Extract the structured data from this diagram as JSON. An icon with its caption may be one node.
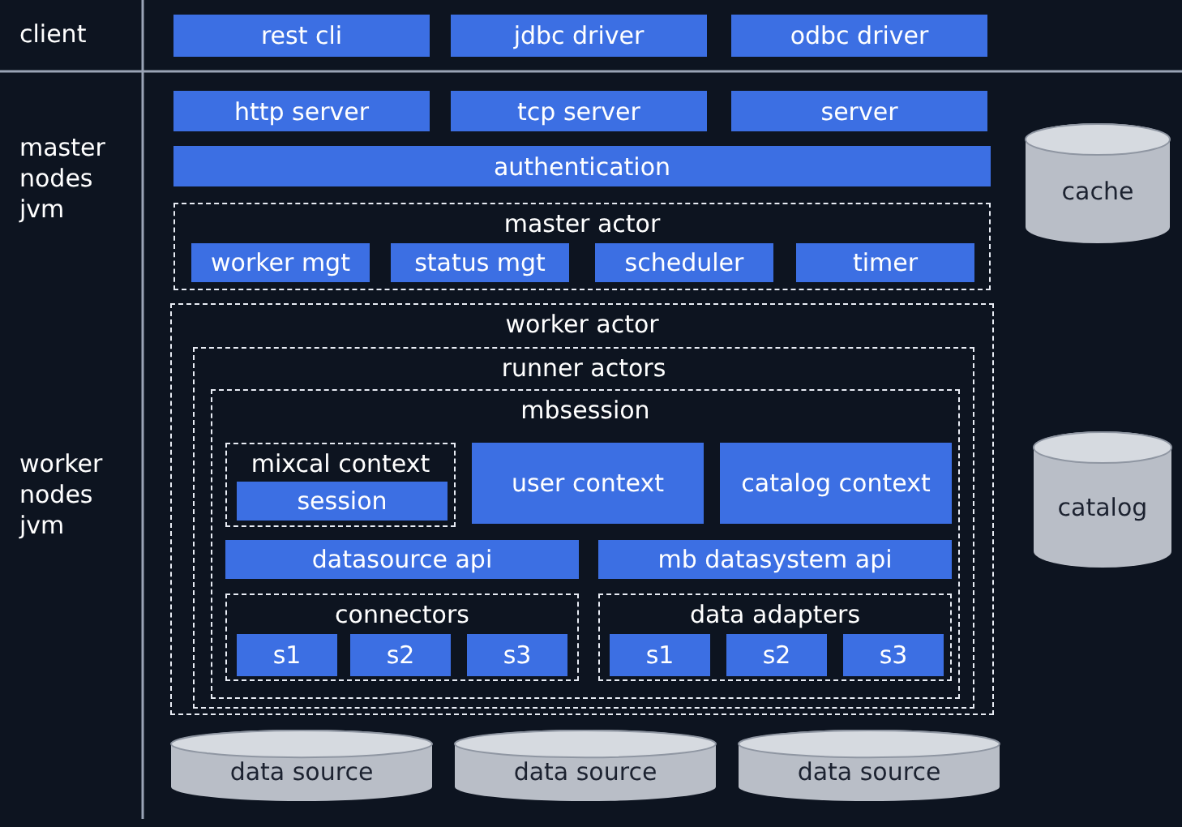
{
  "diagram": {
    "nodes": [
      {
        "text": [
          "rest cli"
        ]
      },
      {
        "text": [
          "jdbc driver"
        ]
      },
      {
        "text": [
          "odbc driver"
        ]
      },
      {
        "text": [
          "http server"
        ]
      },
      {
        "text": [
          "tcp server"
        ]
      },
      {
        "text": [
          "server"
        ]
      },
      {
        "text": [
          "authentication"
        ]
      },
      {
        "text": [
          "cache"
        ]
      },
      {
        "text": [
          "master actor"
        ]
      },
      {
        "text": [
          "worker mgt"
        ],
        "in": 8
      },
      {
        "text": [
          "status mgt"
        ],
        "in": 8
      },
      {
        "text": [
          "scheduler"
        ],
        "in": 8
      },
      {
        "text": [
          "timer"
        ],
        "in": 8
      },
      {
        "text": [
          "worker actor"
        ]
      },
      {
        "text": [
          "runner actors"
        ],
        "in": 13
      },
      {
        "text": [
          "mbsession"
        ],
        "in": 14
      },
      {
        "text": [
          "mixcal context"
        ],
        "in": 15
      },
      {
        "text": [
          "session"
        ],
        "in": 16
      },
      {
        "text": [
          "user context"
        ],
        "in": 15
      },
      {
        "text": [
          "catalog context"
        ],
        "in": 15
      },
      {
        "text": [
          "datasource api"
        ],
        "in": 15
      },
      {
        "text": [
          "mb datasystem api"
        ],
        "in": 15
      },
      {
        "text": [
          "connectors"
        ],
        "in": 15
      },
      {
        "text": [
          "s1"
        ],
        "in": 22
      },
      {
        "text": [
          "s2"
        ],
        "in": 22
      },
      {
        "text": [
          "s3"
        ],
        "in": 22
      },
      {
        "text": [
          "data adapters"
        ],
        "in": 15
      },
      {
        "text": [
          "s1"
        ],
        "in": 26
      },
      {
        "text": [
          "s2"
        ],
        "in": 26
      },
      {
        "text": [
          "s3"
        ],
        "in": 26
      },
      {
        "text": [
          "catalog"
        ]
      },
      {
        "text": [
          "data source"
        ]
      },
      {
        "text": [
          "data source"
        ]
      },
      {
        "text": [
          "data source"
        ]
      }
    ],
    "labels": [
      "client",
      "master nodes jvm",
      "worker nodes jvm"
    ]
  }
}
